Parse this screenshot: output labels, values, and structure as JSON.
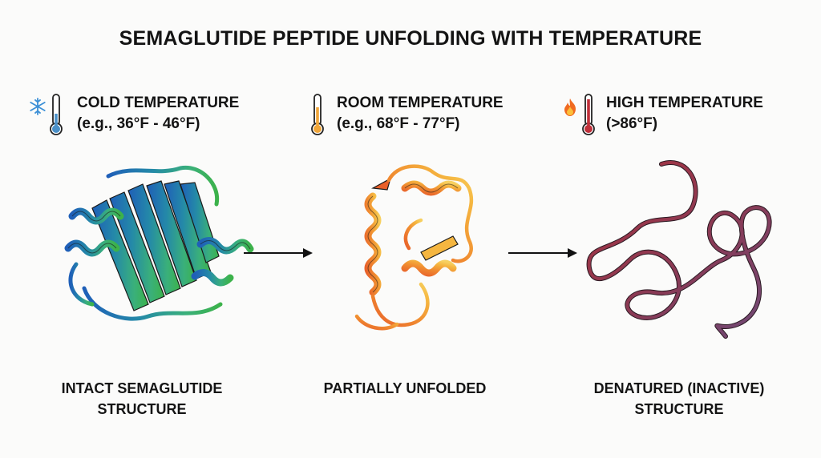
{
  "title": "SEMAGLUTIDE PEPTIDE UNFOLDING WITH TEMPERATURE",
  "stages": [
    {
      "header_line1": "COLD TEMPERATURE",
      "header_line2": "(e.g., 36°F - 46°F)",
      "icons": [
        "snowflake-icon",
        "thermometer-icon"
      ],
      "thermometer_color": "#4a90c8",
      "label_line1": "INTACT SEMAGLUTIDE",
      "label_line2": "STRUCTURE",
      "structure_colors": [
        "#1f5fb8",
        "#2489a8",
        "#3ab07a",
        "#3cb24a"
      ]
    },
    {
      "header_line1": "ROOM TEMPERATURE",
      "header_line2": "(e.g., 68°F - 77°F)",
      "icons": [
        "thermometer-icon"
      ],
      "thermometer_color": "#f0a63a",
      "label_line1": "PARTIALLY UNFOLDED",
      "label_line2": "",
      "structure_colors": [
        "#e8602a",
        "#f08a30",
        "#f5b640",
        "#f7d060"
      ]
    },
    {
      "header_line1": "HIGH TEMPERATURE",
      "header_line2": "(>86°F)",
      "icons": [
        "flame-icon",
        "thermometer-icon"
      ],
      "thermometer_color": "#c0303a",
      "label_line1": "DENATURED (INACTIVE)",
      "label_line2": "STRUCTURE",
      "structure_colors": [
        "#a8323e",
        "#8a3a55",
        "#6e4a78"
      ]
    }
  ]
}
